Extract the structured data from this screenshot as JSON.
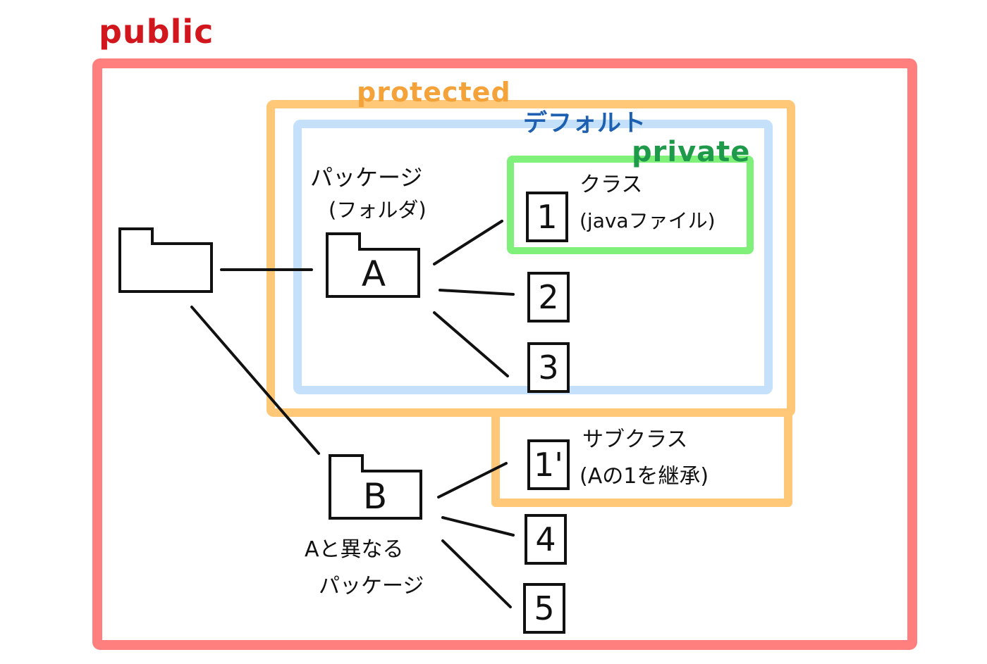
{
  "scopes": {
    "public": "public",
    "protected": "protected",
    "default": "デフォルト",
    "private": "private"
  },
  "colors": {
    "public": "#ff7f7f",
    "protected": "#ffc878",
    "default": "#c4e0fa",
    "private": "#7ff07a",
    "public_text": "#d2161e",
    "protected_text": "#f4a23a",
    "default_text": "#1d5fb0",
    "private_text": "#1f9a4a",
    "ink": "#111111"
  },
  "package_a": {
    "label_line1": "パッケージ",
    "label_line2": "(フォルダ)",
    "letter": "A"
  },
  "package_b": {
    "letter": "B",
    "label_line1": "Aと異なる",
    "label_line2": "パッケージ"
  },
  "class_note": {
    "line1": "クラス",
    "line2": "(javaファイル)"
  },
  "subclass_note": {
    "line1": "サブクラス",
    "line2": "(Aの1を継承)"
  },
  "classes": {
    "c1": "1",
    "c2": "2",
    "c3": "3",
    "c1_sub": "1'",
    "c4": "4",
    "c5": "5"
  },
  "icons": [
    "root-folder-icon",
    "folder-a-icon",
    "folder-b-icon"
  ]
}
